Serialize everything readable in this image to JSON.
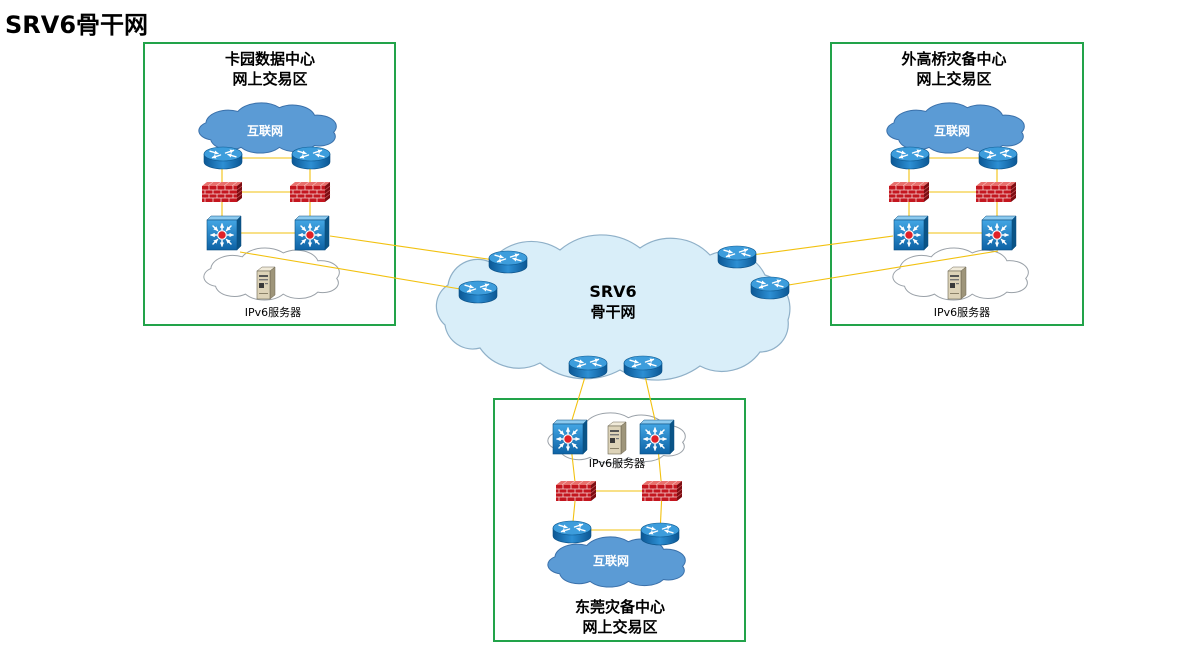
{
  "title": "SRV6骨干网",
  "backbone": {
    "label_line1": "SRV6",
    "label_line2": "骨干网"
  },
  "sites": [
    {
      "name": "卡园数据中心",
      "zone": "网上交易区",
      "internet": "互联网",
      "server": "IPv6服务器"
    },
    {
      "name": "外高桥灾备中心",
      "zone": "网上交易区",
      "internet": "互联网",
      "server": "IPv6服务器"
    },
    {
      "name": "东莞灾备中心",
      "zone": "网上交易区",
      "internet": "互联网",
      "server": "IPv6服务器"
    }
  ],
  "colors": {
    "site_border": "#22a34a",
    "link": "#f2c10f",
    "backbone_cloud": "#d9eef9",
    "internet_cloud": "#5b9bd5",
    "server_cloud": "#ffffff"
  },
  "icons": [
    "router-icon",
    "firewall-icon",
    "switch-icon",
    "server-icon",
    "cloud-icon"
  ]
}
